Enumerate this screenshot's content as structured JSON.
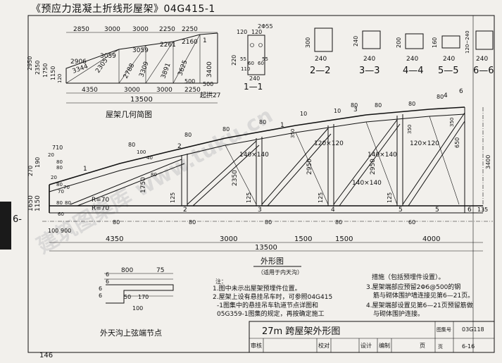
{
  "header": {
    "title": "《预应力混凝土折线形屋架》04G415-1"
  },
  "tab": {
    "label": "6-"
  },
  "page": {
    "number": "146"
  },
  "geometry": {
    "caption": "屋架几何简图",
    "top_dims": [
      "2850",
      "3000",
      "3000",
      "2250",
      "2250"
    ],
    "left_dims": [
      "2950",
      "2350",
      "1750",
      "1150",
      "120"
    ],
    "members": [
      "2906",
      "3344",
      "2305",
      "3059",
      "2788",
      "3309",
      "3059",
      "3891",
      "3625",
      "2261",
      "2160",
      "3400",
      "1"
    ],
    "bottom_dims": [
      "4350",
      "3000",
      "3000",
      "500",
      "500",
      "2250"
    ],
    "total": "13500",
    "camber": "起拱27"
  },
  "section_1": {
    "label": "1—1",
    "dims": [
      "120",
      "120",
      "220",
      "2Φ55",
      "240",
      "110",
      "60",
      "60",
      "55",
      "55"
    ]
  },
  "sections": [
    {
      "label": "2—2",
      "w": "240",
      "h": "300"
    },
    {
      "label": "3—3",
      "w": "240",
      "h": "240"
    },
    {
      "label": "4—4",
      "w": "240",
      "h": "200"
    },
    {
      "label": "5—5",
      "w": "240",
      "h": "160"
    },
    {
      "label": "6—6",
      "w": "240",
      "h": "120~240"
    }
  ],
  "elevation": {
    "section_marks": [
      "1",
      "1",
      "2",
      "2",
      "3",
      "3",
      "4",
      "4",
      "5",
      "5",
      "6",
      "6"
    ],
    "left_dims": [
      "1650",
      "1150",
      "270",
      "190"
    ],
    "small_dims": [
      "710",
      "20",
      "80",
      "80",
      "80",
      "70",
      "20",
      "70",
      "80",
      "80",
      "60"
    ],
    "labels": [
      "R=70",
      "R=70",
      "100",
      "900",
      "3400",
      "650",
      "135",
      "140×140",
      "120×120",
      "140×140",
      "140×140",
      "120×120",
      "2350",
      "1750",
      "2950",
      "2950",
      "125",
      "125",
      "125",
      "125",
      "100",
      "80",
      "40",
      "80",
      "80",
      "80",
      "80",
      "10",
      "10",
      "80",
      "80",
      "80",
      "80",
      "80",
      "80",
      "80",
      "80",
      "60",
      "350",
      "350",
      "350"
    ],
    "bottom_dims": [
      "4350",
      "3000",
      "1500",
      "1500",
      "4000"
    ],
    "total": "13500",
    "caption": "外形图",
    "sub_caption": "（适用于内天沟）"
  },
  "detail": {
    "dims": [
      "800",
      "75",
      "6",
      "6",
      "6",
      "6",
      "50",
      "170",
      "100"
    ],
    "caption": "外天沟上弦端节点"
  },
  "notes": {
    "title": "注：",
    "items": [
      "1.图中未示出屋架预埋件位置。",
      "2.屋架上设有悬挂吊车时，可参照04G415",
      "-1图集中的悬挂吊车轨道节点详图和",
      "05G359-1图集的规定，再按确定施工"
    ]
  },
  "notes_right": {
    "title": "措施（包括预埋件设置）。",
    "items": [
      "3.屋架端部应预留2Φ6@500的钢",
      "筋与砌体围护墙连接见第6—21页。",
      "4.屋架端部设置见第6—21页预留筋做",
      "与砌体围护连接。"
    ]
  },
  "titleblock": {
    "title": "27m 跨屋架外形图",
    "atlas_label": "图集号",
    "atlas_no": "03G118",
    "page_label": "页",
    "page_no": "6-16",
    "row": [
      "审核",
      "校对",
      "设计",
      "编制",
      "页"
    ]
  },
  "watermark": "建筑图集库 www.tuku.cn"
}
